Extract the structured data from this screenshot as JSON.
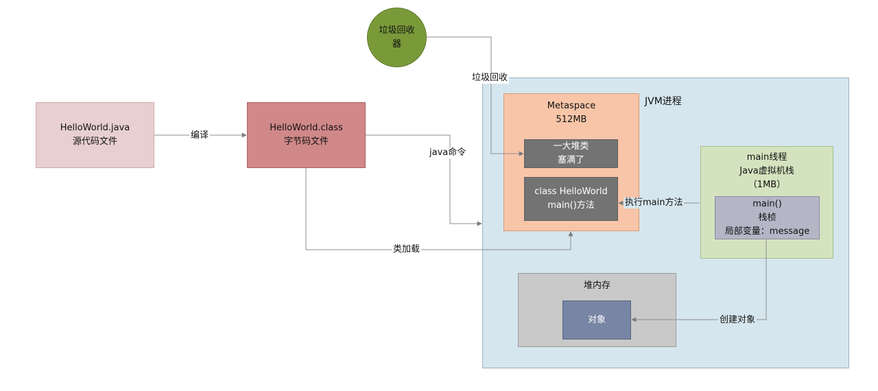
{
  "nodes": {
    "source_file": {
      "line1": "HelloWorld.java",
      "line2": "源代码文件"
    },
    "class_file": {
      "line1": "HelloWorld.class",
      "line2": "字节码文件"
    },
    "gc": {
      "line1": "垃圾回收",
      "line2": "器"
    },
    "jvm": {
      "title": "JVM进程"
    },
    "metaspace": {
      "line1": "Metaspace",
      "line2": "512MB"
    },
    "classes_full": {
      "line1": "一大堆类",
      "line2": "塞满了"
    },
    "helloworld_class": {
      "line1": "class HelloWorld",
      "line2": "main()方法"
    },
    "main_thread": {
      "line1": "main线程",
      "line2": "Java虚拟机栈",
      "line3": "（1MB）"
    },
    "stack_frame": {
      "line1": "main()",
      "line2": "栈桢",
      "line3": "局部变量：message"
    },
    "heap": {
      "title": "堆内存"
    },
    "object": {
      "label": "对象"
    }
  },
  "edges": {
    "compile": "编译",
    "java_cmd": "java命令",
    "class_load": "类加载",
    "gc_collect": "垃圾回收",
    "exec_main": "执行main方法",
    "create_obj": "创建对象"
  },
  "colors": {
    "source_fill": "#e8cfd0",
    "class_fill": "#d08888",
    "gc_fill": "#7a9a3a",
    "jvm_fill": "#d6e6ee",
    "metaspace_fill": "#f8c5a8",
    "dark_fill": "#737373",
    "thread_fill": "#d4e3bf",
    "frame_fill": "#b4b6c6",
    "heap_fill": "#c9c9c9",
    "object_fill": "#7885a4",
    "wire": "#8c8c8c"
  }
}
